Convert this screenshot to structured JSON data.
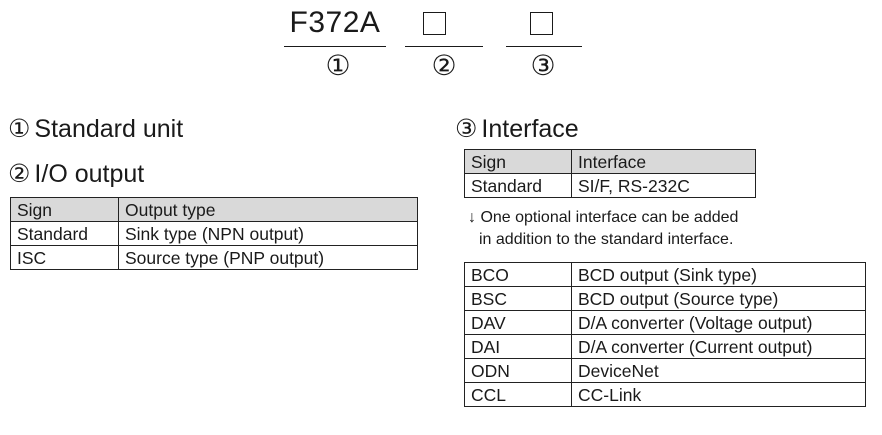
{
  "model_code": {
    "base": "F372A",
    "markers": [
      "①",
      "②",
      "③"
    ]
  },
  "section1": {
    "num": "①",
    "title": "Standard unit"
  },
  "section2": {
    "num": "②",
    "title": "I/O output",
    "headers": [
      "Sign",
      "Output type"
    ],
    "rows": [
      [
        "Standard",
        "Sink type (NPN output)"
      ],
      [
        "ISC",
        "Source type (PNP output)"
      ]
    ]
  },
  "section3": {
    "num": "③",
    "title": "Interface",
    "headers": [
      "Sign",
      "Interface"
    ],
    "rows": [
      [
        "Standard",
        "SI/F, RS-232C"
      ]
    ],
    "note_line1": "↓ One optional interface can be added",
    "note_line2": "in addition to the standard interface.",
    "options": [
      [
        "BCO",
        "BCD output (Sink type)"
      ],
      [
        "BSC",
        "BCD output (Source type)"
      ],
      [
        "DAV",
        "D/A converter (Voltage output)"
      ],
      [
        "DAI",
        "D/A converter (Current output)"
      ],
      [
        "ODN",
        "DeviceNet"
      ],
      [
        "CCL",
        "CC-Link"
      ]
    ]
  }
}
